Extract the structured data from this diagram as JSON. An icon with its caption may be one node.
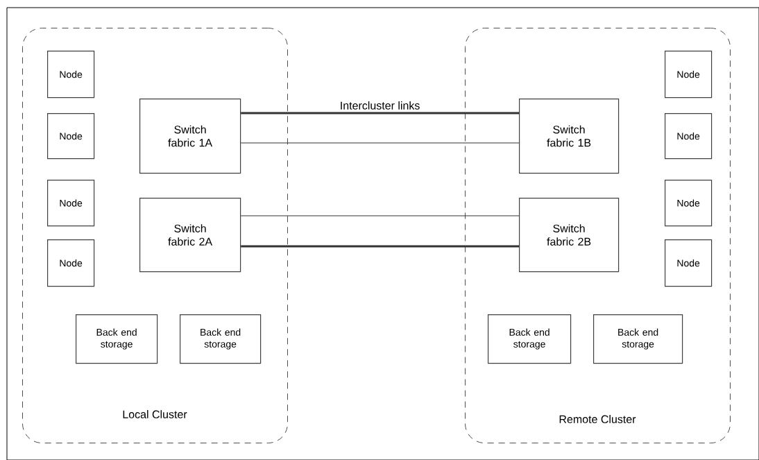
{
  "diagram": {
    "nodes": [
      {
        "text": [
          "Local Cluster"
        ]
      },
      {
        "text": [
          "Node"
        ],
        "in": 0
      },
      {
        "text": [
          "Node"
        ],
        "in": 0
      },
      {
        "text": [
          "Node"
        ],
        "in": 0
      },
      {
        "text": [
          "Node"
        ],
        "in": 0
      },
      {
        "text": [
          "Switch fabric 1A"
        ],
        "in": 0
      },
      {
        "text": [
          "Switch fabric 2A"
        ],
        "in": 0
      },
      {
        "text": [
          "Back end storage"
        ],
        "in": 0
      },
      {
        "text": [
          "Back end storage"
        ],
        "in": 0
      },
      {
        "text": [
          "Remote Cluster"
        ]
      },
      {
        "text": [
          "Node"
        ],
        "in": 9
      },
      {
        "text": [
          "Switch fabric 1B"
        ],
        "in": 9
      },
      {
        "text": [
          "Node"
        ],
        "in": 9
      },
      {
        "text": [
          "Node"
        ],
        "in": 9
      },
      {
        "text": [
          "Switch fabric 2B"
        ],
        "in": 9
      },
      {
        "text": [
          "Node"
        ],
        "in": 9
      },
      {
        "text": [
          "Back end storage"
        ],
        "in": 9
      },
      {
        "text": [
          "Back end storage"
        ],
        "in": 9
      }
    ],
    "edges": [
      {
        "from": 5,
        "to": 11,
        "arrow": "none",
        "style": "thick",
        "label": "Intercluster links"
      },
      {
        "from": 5,
        "to": 11,
        "arrow": "none"
      },
      {
        "from": 6,
        "to": 14,
        "arrow": "none"
      },
      {
        "from": 6,
        "to": 14,
        "arrow": "none",
        "style": "thick"
      }
    ]
  }
}
